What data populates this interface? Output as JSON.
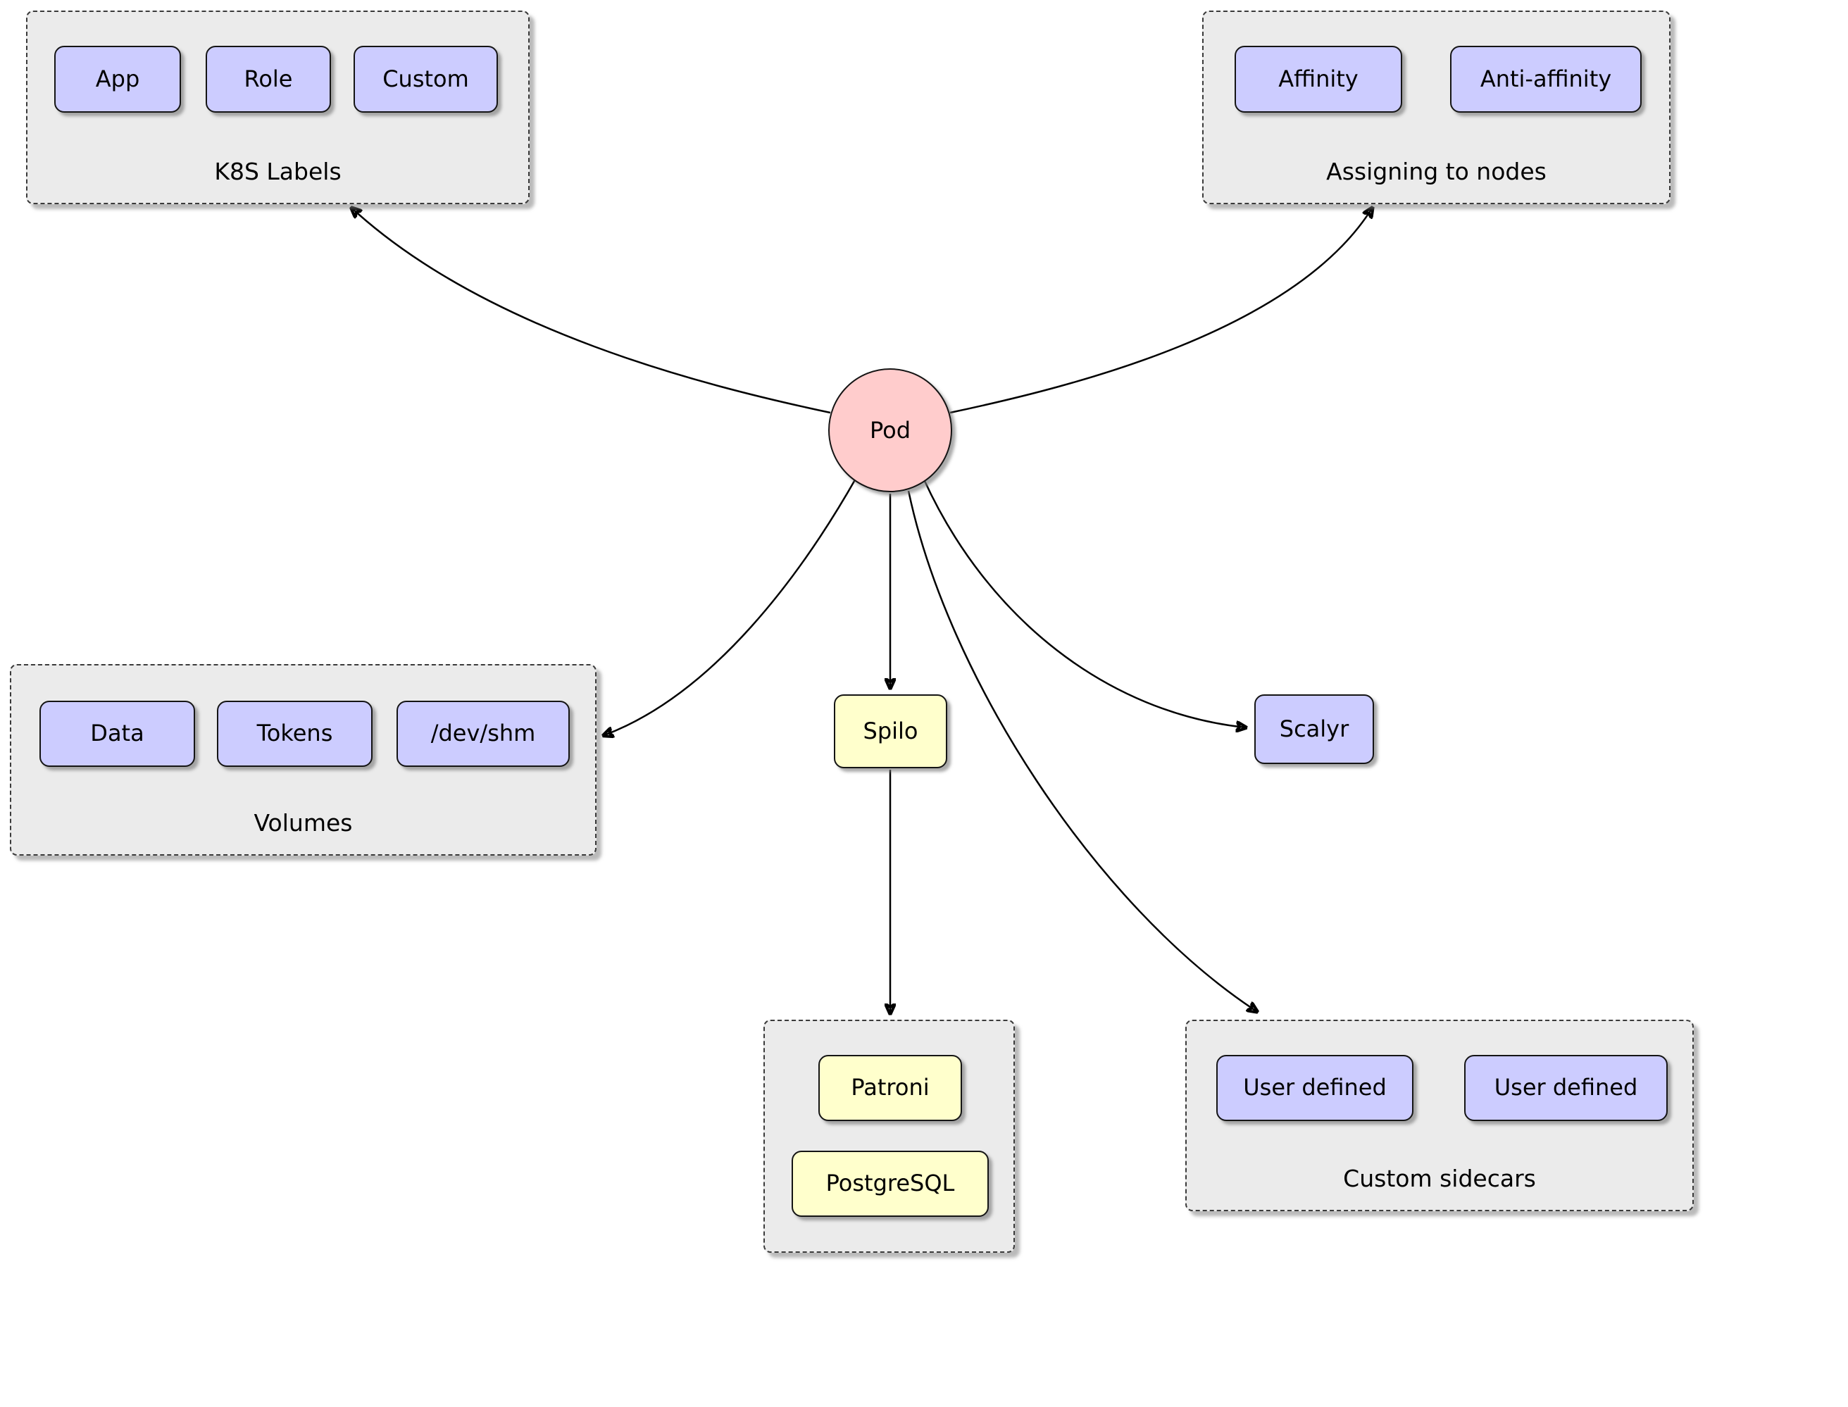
{
  "diagram": {
    "pod_label": "Pod",
    "spilo_label": "Spilo",
    "scalyr_label": "Scalyr",
    "k8s_labels": {
      "title": "K8S Labels",
      "items": [
        "App",
        "Role",
        "Custom"
      ]
    },
    "assigning": {
      "title": "Assigning to nodes",
      "items": [
        "Affinity",
        "Anti-affinity"
      ]
    },
    "volumes": {
      "title": "Volumes",
      "items": [
        "Data",
        "Tokens",
        "/dev/shm"
      ]
    },
    "spilo_stack": {
      "items": [
        "Patroni",
        "PostgreSQL"
      ]
    },
    "custom_sidecars": {
      "title": "Custom sidecars",
      "items": [
        "User defined",
        "User defined"
      ]
    },
    "colors": {
      "node_fill": "#ccccff",
      "spilo_fill": "#ffffcc",
      "pod_fill": "#ffcccc",
      "group_fill": "#ebebeb"
    }
  }
}
